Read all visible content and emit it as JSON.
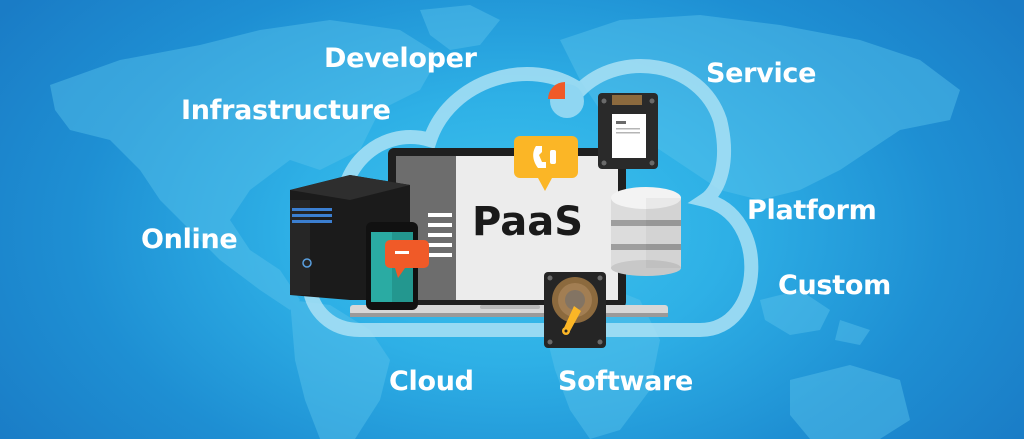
{
  "illustration": {
    "title": "PaaS",
    "labels": {
      "developer": "Developer",
      "infrastructure": "Infrastructure",
      "service": "Service",
      "online": "Online",
      "platform": "Platform",
      "custom": "Custom",
      "cloud": "Cloud",
      "software": "Software"
    },
    "icons": [
      "world-map-icon",
      "cloud-outline-icon",
      "laptop-icon",
      "server-tower-icon",
      "smartphone-icon",
      "chat-bubble-icon",
      "phone-chat-bubble-icon",
      "pie-chart-icon",
      "ssd-drive-icon",
      "database-icon",
      "hard-disk-icon"
    ],
    "colors": {
      "background_center": "#3ec4ee",
      "background_edge": "#1a7cc6",
      "cloud_outline": "#8fd6f2",
      "laptop_frame": "#1f1f1f",
      "screen_light": "#ececec",
      "screen_dark": "#6d6d6d",
      "orange_accent": "#f05a28",
      "yellow_accent": "#fbb626",
      "teal_screen": "#2aaba3",
      "label_text": "#ffffff"
    }
  }
}
